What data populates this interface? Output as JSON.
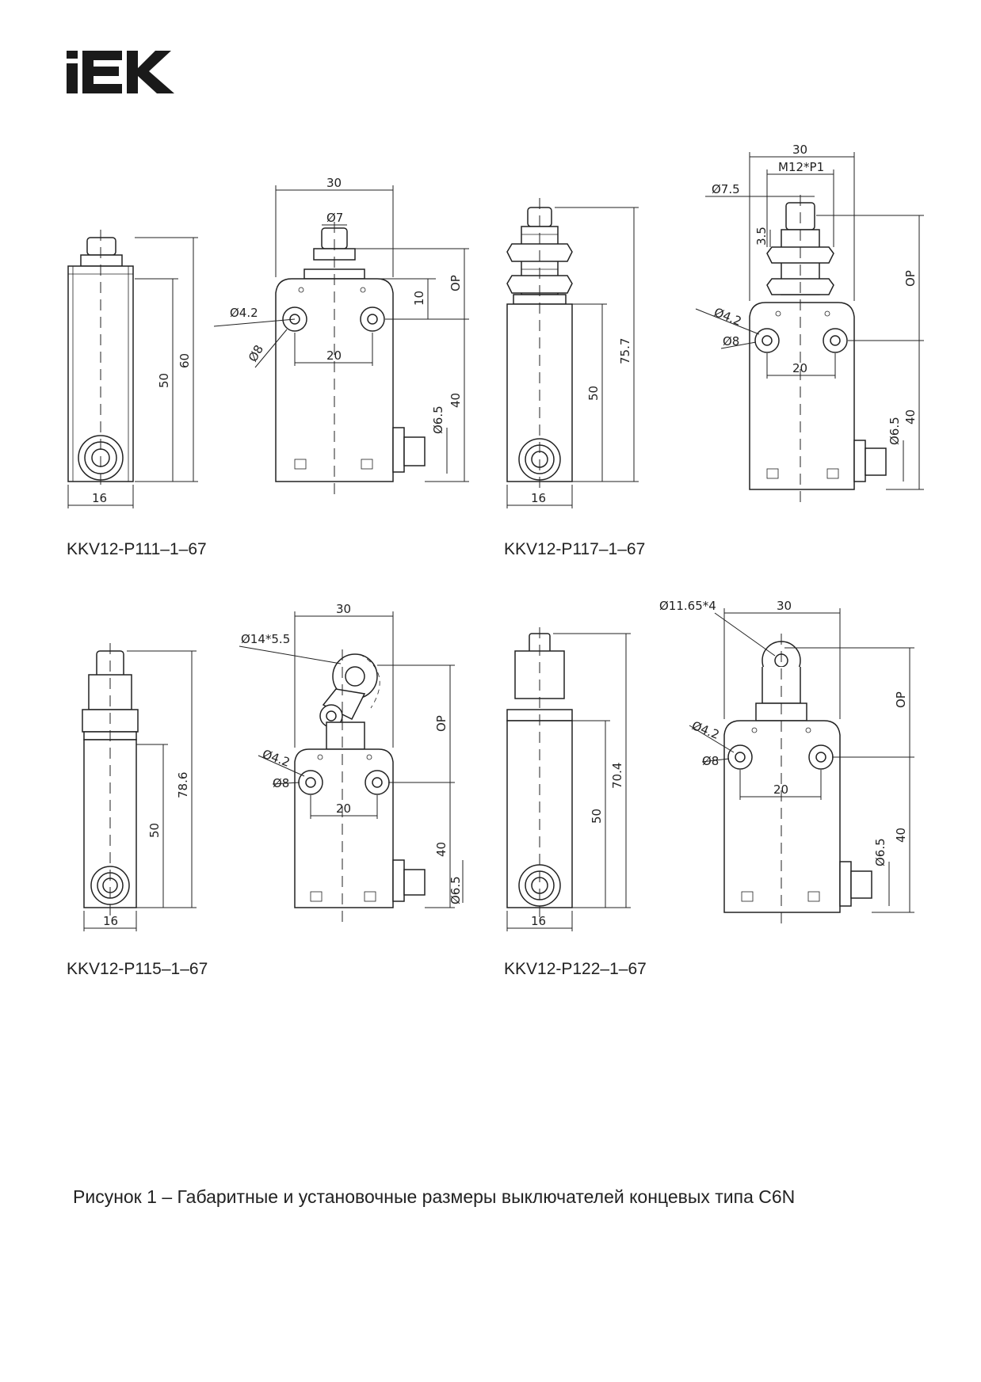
{
  "brand": {
    "logo_text": "IEK",
    "color": "#1a1a1a"
  },
  "models": {
    "m1": "KKV12-P111–1–67",
    "m2": "KKV12-P117–1–67",
    "m3": "KKV12-P115–1–67",
    "m4": "KKV12-P122–1–67"
  },
  "figure_caption": "Рисунок 1 – Габаритные и установочные размеры выключателей концевых типа С6N",
  "dims": {
    "d16": "16",
    "d50": "50",
    "d60": "60",
    "d30": "30",
    "d20": "20",
    "d40": "40",
    "d10": "10",
    "op": "OP",
    "dia7": "Ø7",
    "dia42": "Ø4.2",
    "dia8": "Ø8",
    "dia65": "Ø6.5",
    "d757": "75.7",
    "m12": "M12*P1",
    "dia75": "Ø7.5",
    "d35": "3.5",
    "d786": "78.6",
    "dia14": "Ø14*5.5",
    "d704": "70.4",
    "dia1165": "Ø11.65*4"
  }
}
